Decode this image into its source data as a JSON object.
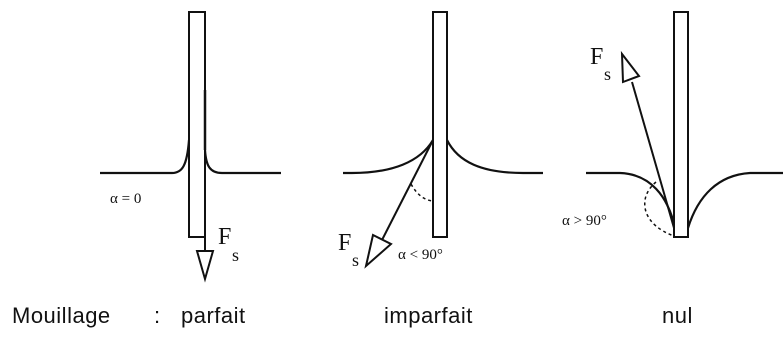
{
  "captions": {
    "mouillage": "Mouillage",
    "colon": ":",
    "parfait": "parfait",
    "imparfait": "imparfait",
    "nul": "nul"
  },
  "panels": {
    "parfait": {
      "force_label": "F",
      "force_subscript": "s",
      "angle_label": "α = 0"
    },
    "imparfait": {
      "force_label": "F",
      "force_subscript": "s",
      "angle_label": "α < 90°"
    },
    "nul": {
      "force_label": "F",
      "force_subscript": "s",
      "angle_label": "α > 90°"
    }
  }
}
